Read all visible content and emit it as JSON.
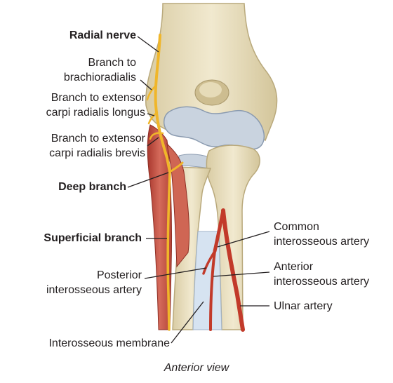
{
  "labels": {
    "radial_nerve": "Radial nerve",
    "branch_brachioradialis_1": "Branch to",
    "branch_brachioradialis_2": "brachioradialis",
    "branch_ecrl_1": "Branch to extensor",
    "branch_ecrl_2": "carpi radialis longus",
    "branch_ecrb_1": "Branch to extensor",
    "branch_ecrb_2": "carpi radialis brevis",
    "deep_branch": "Deep branch",
    "superficial_branch": "Superficial branch",
    "common_interosseous_1": "Common",
    "common_interosseous_2": "interosseous artery",
    "anterior_interosseous_1": "Anterior",
    "anterior_interosseous_2": "interosseous artery",
    "posterior_interosseous_1": "Posterior",
    "posterior_interosseous_2": "interosseous artery",
    "ulnar_artery": "Ulnar artery",
    "interosseous_membrane": "Interosseous membrane"
  },
  "caption": "Anterior view",
  "colors": {
    "bone": "#ece3c4",
    "bone_shade": "#d3c59a",
    "cartilage": "#c9d3df",
    "muscle": "#c8584a",
    "nerve": "#f0b62a",
    "artery": "#c23a2a",
    "membrane": "#c8d9ec",
    "leader": "#231f20"
  }
}
